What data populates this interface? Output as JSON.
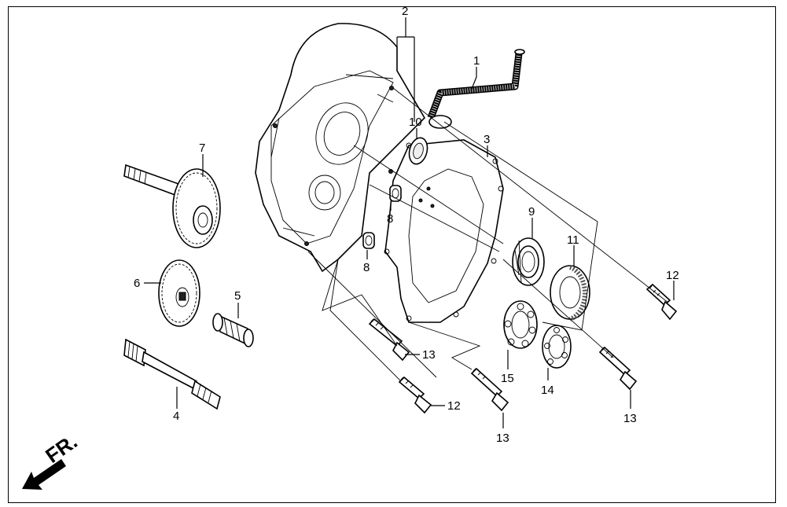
{
  "diagram": {
    "callouts": [
      {
        "id": "c1",
        "label": "1"
      },
      {
        "id": "c2",
        "label": "2"
      },
      {
        "id": "c3",
        "label": "3"
      },
      {
        "id": "c4",
        "label": "4"
      },
      {
        "id": "c5",
        "label": "5"
      },
      {
        "id": "c6",
        "label": "6"
      },
      {
        "id": "c7",
        "label": "7"
      },
      {
        "id": "c8a",
        "label": "8"
      },
      {
        "id": "c8b",
        "label": "8"
      },
      {
        "id": "c9",
        "label": "9"
      },
      {
        "id": "c10",
        "label": "10"
      },
      {
        "id": "c11",
        "label": "11"
      },
      {
        "id": "c12a",
        "label": "12"
      },
      {
        "id": "c12b",
        "label": "12"
      },
      {
        "id": "c13a",
        "label": "13"
      },
      {
        "id": "c13b",
        "label": "13"
      },
      {
        "id": "c13c",
        "label": "13"
      },
      {
        "id": "c14",
        "label": "14"
      },
      {
        "id": "c15",
        "label": "15"
      }
    ],
    "front_marker": "FR."
  }
}
